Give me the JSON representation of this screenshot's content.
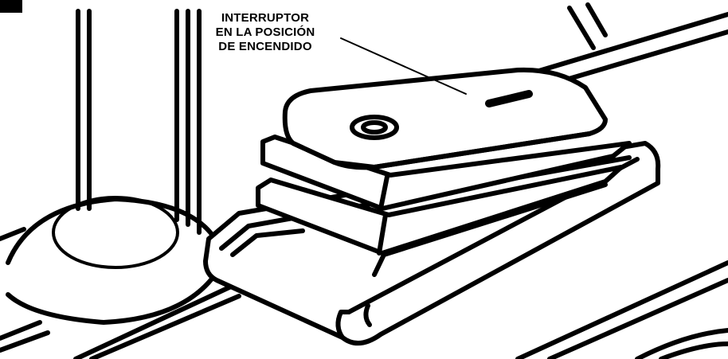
{
  "callout": {
    "lines": [
      "INTERRUPTOR",
      "EN LA POSICIÓN",
      "DE ENCENDIDO"
    ]
  },
  "colors": {
    "ink": "#000000",
    "paper": "#ffffff"
  }
}
